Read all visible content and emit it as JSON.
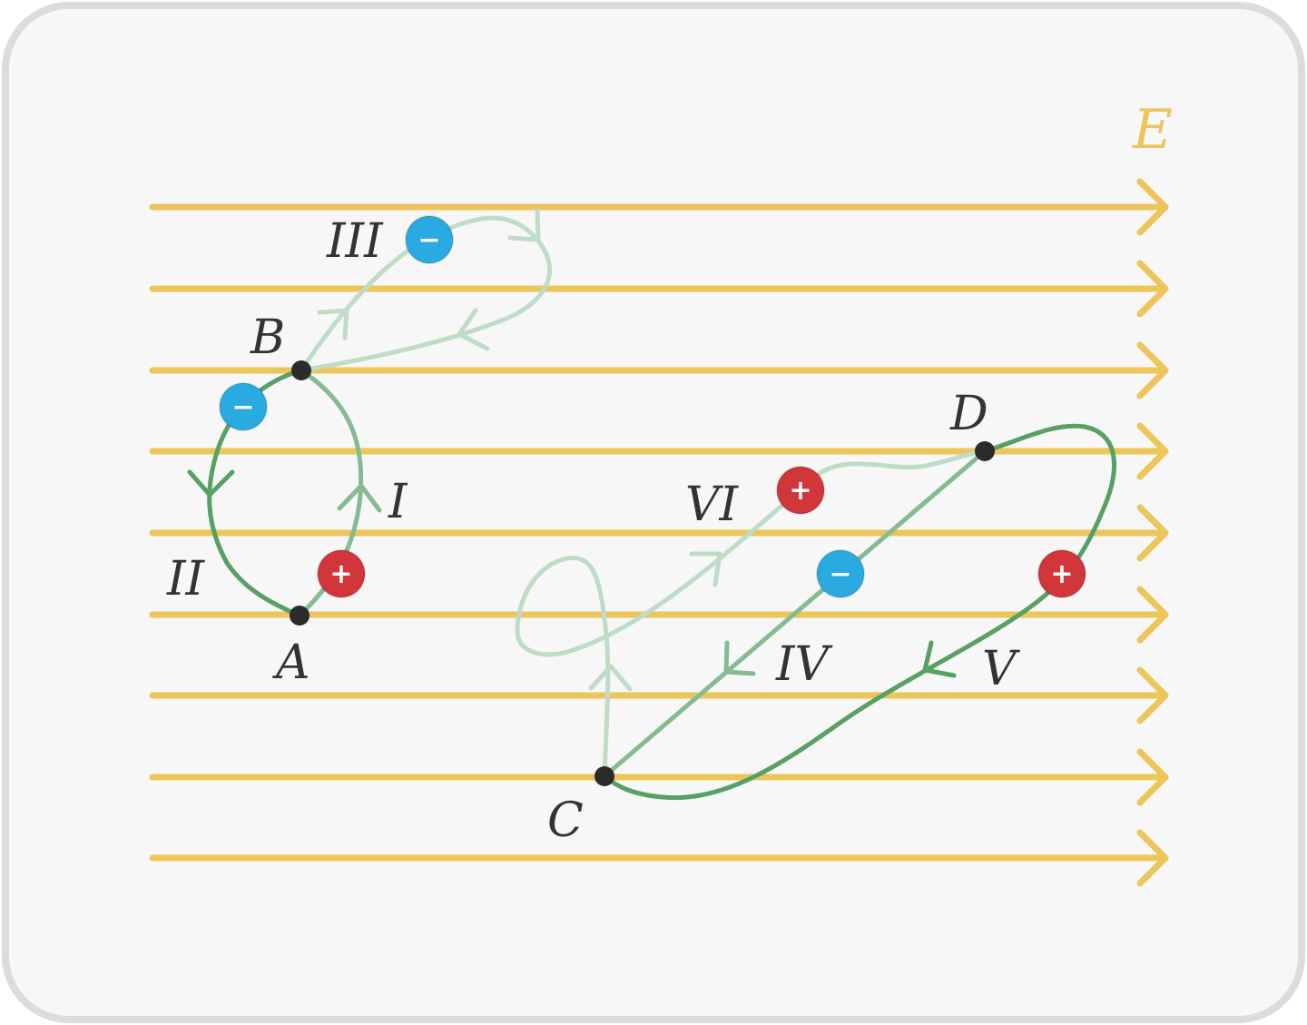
{
  "field": {
    "label": "E",
    "line_count": 9
  },
  "points": {
    "A": "A",
    "B": "B",
    "C": "C",
    "D": "D"
  },
  "paths": {
    "I": "I",
    "II": "II",
    "III": "III",
    "IV": "IV",
    "V": "V",
    "VI": "VI"
  },
  "charges": {
    "negative": "−",
    "positive": "+"
  },
  "colors": {
    "background": "#f7f7f7",
    "border": "#dcdcdc",
    "field": "#ecc55b",
    "path_dark": "#58a064",
    "path_mid": "#86bb92",
    "path_light": "#bfdcc6",
    "negative": "#29abe2",
    "positive": "#d0363a",
    "point": "#2b2b2b"
  }
}
